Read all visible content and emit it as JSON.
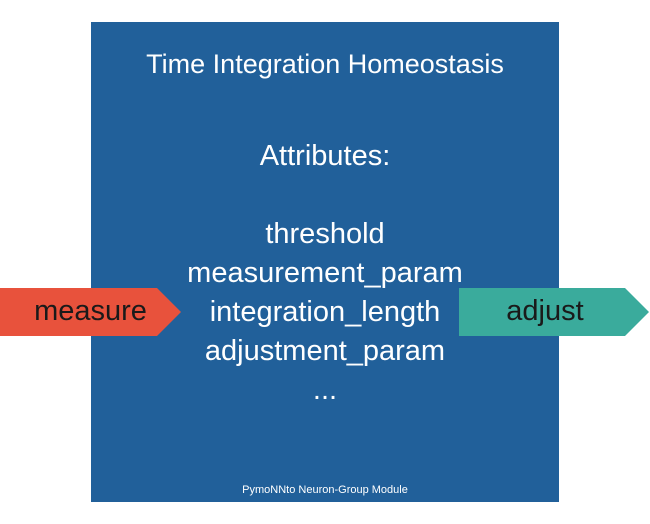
{
  "module": {
    "title": "Time Integration Homeostasis",
    "attributes_heading": "Attributes:",
    "attributes": [
      "threshold",
      "measurement_param",
      "integration_length",
      "adjustment_param",
      "..."
    ],
    "footer": "PymoNNto Neuron-Group Module",
    "color": "#21609a"
  },
  "arrows": {
    "input": {
      "label": "measure",
      "color": "#e8523c"
    },
    "output": {
      "label": "adjust",
      "color": "#3aab9c"
    }
  }
}
